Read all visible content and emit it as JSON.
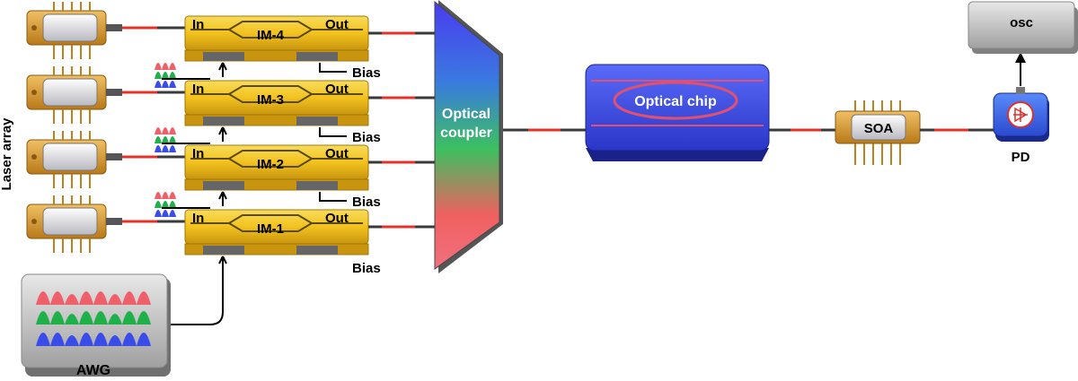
{
  "side_label": "Laser array",
  "modulators": [
    {
      "name": "IM-4",
      "in": "In",
      "out": "Out",
      "bias": "Bias"
    },
    {
      "name": "IM-3",
      "in": "In",
      "out": "Out",
      "bias": "Bias"
    },
    {
      "name": "IM-2",
      "in": "In",
      "out": "Out",
      "bias": "Bias"
    },
    {
      "name": "IM-1",
      "in": "In",
      "out": "Out",
      "bias": "Bias"
    }
  ],
  "coupler": {
    "line1": "Optical",
    "line2": "coupler"
  },
  "chip": "Optical chip",
  "soa": "SOA",
  "pd": "PD",
  "osc": "osc",
  "awg": "AWG",
  "colors": {
    "fiber_red": "#e8302a",
    "fiber_dark": "#3a3a3a",
    "modulator_gold": "#f2c21e",
    "laser_gold": "#d99a2a",
    "chip_blue": "#3a4de8",
    "pulse_red": "#f0606a",
    "pulse_green": "#1fb04a",
    "pulse_blue": "#3a4de8"
  }
}
